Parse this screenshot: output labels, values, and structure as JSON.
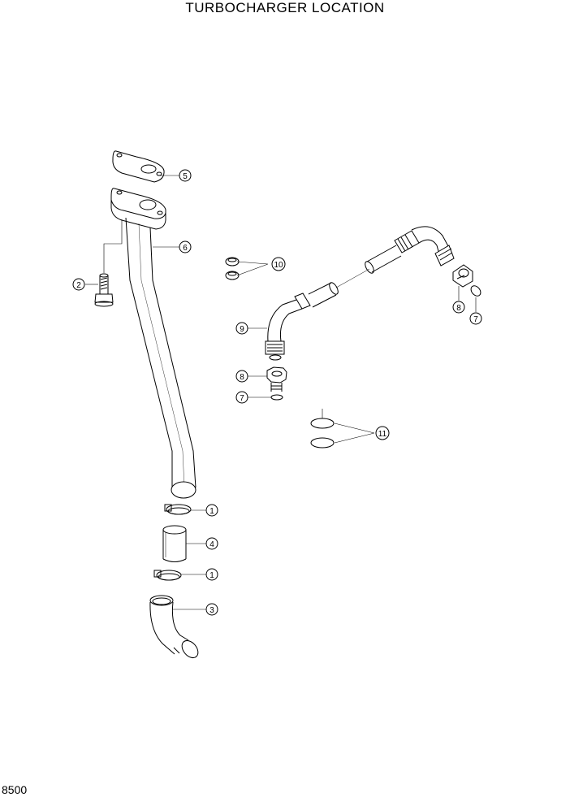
{
  "title": "TURBOCHARGER LOCATION",
  "page_code": "8500",
  "callouts": [
    {
      "id": "c5",
      "label": "5"
    },
    {
      "id": "c6",
      "label": "6"
    },
    {
      "id": "c2",
      "label": "2"
    },
    {
      "id": "c10",
      "label": "10"
    },
    {
      "id": "c9",
      "label": "9"
    },
    {
      "id": "c8a",
      "label": "8"
    },
    {
      "id": "c7a",
      "label": "7"
    },
    {
      "id": "c8b",
      "label": "8"
    },
    {
      "id": "c7b",
      "label": "7"
    },
    {
      "id": "c11",
      "label": "11"
    },
    {
      "id": "c1a",
      "label": "1"
    },
    {
      "id": "c4",
      "label": "4"
    },
    {
      "id": "c1b",
      "label": "1"
    },
    {
      "id": "c3",
      "label": "3"
    }
  ]
}
